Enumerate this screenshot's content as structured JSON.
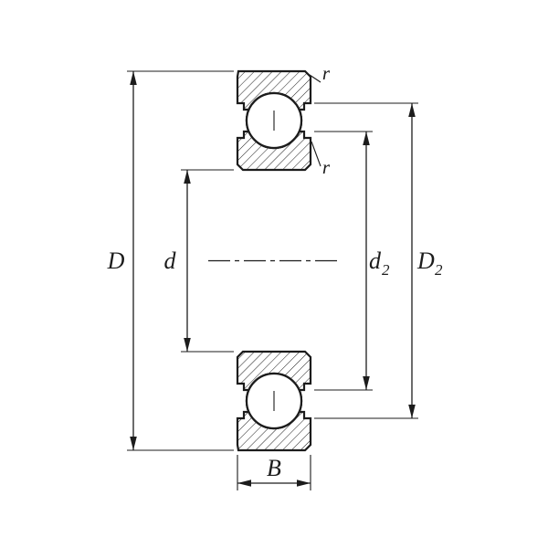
{
  "diagram": {
    "kind": "deep-groove-ball-bearing-cross-section",
    "background": "#ffffff",
    "line_color": "#1c1c1c"
  },
  "dims": {
    "D": {
      "label": "D"
    },
    "d": {
      "label": "d"
    },
    "d2": {
      "base": "d",
      "sub": "2"
    },
    "D2": {
      "base": "D",
      "sub": "2"
    },
    "B": {
      "label": "B"
    },
    "r_top": {
      "label": "r"
    },
    "r_inner": {
      "label": "r"
    }
  }
}
